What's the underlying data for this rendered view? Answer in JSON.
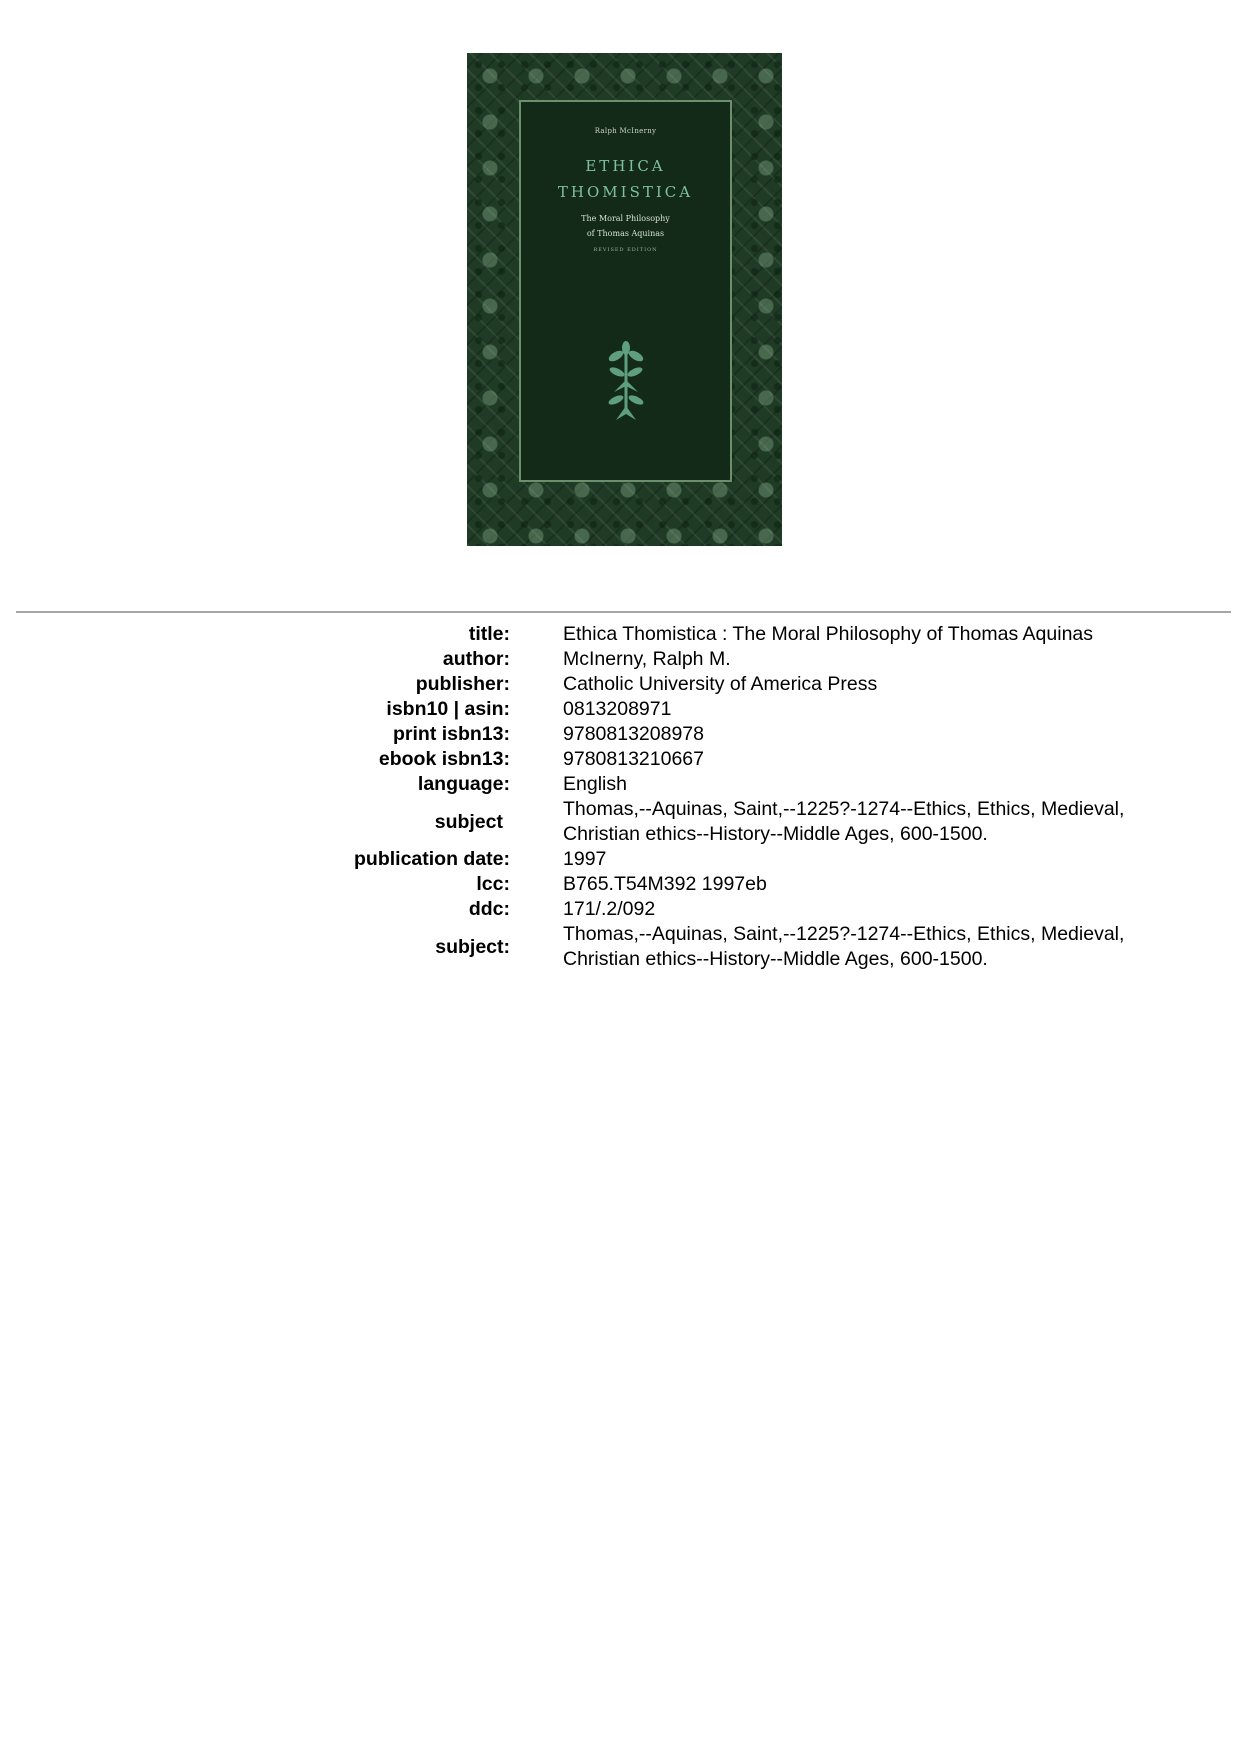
{
  "cover": {
    "author": "Ralph McInerny",
    "title_line1": "ETHICA",
    "title_line2": "THOMISTICA",
    "subtitle_line1": "The Moral Philosophy",
    "subtitle_line2": "of Thomas Aquinas",
    "edition": "REVISED EDITION",
    "colors": {
      "background": "#1f3b26",
      "frame": "#142a19",
      "title": "#7ec0a2"
    },
    "ornament_icon": "floral-ornament-icon"
  },
  "metadata": {
    "title": {
      "label": "title:",
      "value": "Ethica Thomistica : The Moral Philosophy of Thomas Aquinas"
    },
    "author": {
      "label": "author:",
      "value": "McInerny, Ralph M."
    },
    "publisher": {
      "label": "publisher:",
      "value": "Catholic University of America Press"
    },
    "isbn10": {
      "label": "isbn10 | asin:",
      "value": "0813208971"
    },
    "print_isbn13": {
      "label": "print isbn13:",
      "value": "9780813208978"
    },
    "ebook_isbn13": {
      "label": "ebook isbn13:",
      "value": "9780813210667"
    },
    "language": {
      "label": "language:",
      "value": "English"
    },
    "subject_1": {
      "label": "subject",
      "line1": "Thomas,--Aquinas, Saint,--1225?-1274--Ethics, Ethics, Medieval,",
      "line2": "Christian ethics--History--Middle Ages, 600-1500."
    },
    "publication_date": {
      "label": "publication date:",
      "value": "1997"
    },
    "lcc": {
      "label": "lcc:",
      "value": "B765.T54M392 1997eb"
    },
    "ddc": {
      "label": "ddc:",
      "value": "171/.2/092"
    },
    "subject_2": {
      "label": "subject:",
      "line1": "Thomas,--Aquinas, Saint,--1225?-1274--Ethics, Ethics, Medieval,",
      "line2": "Christian ethics--History--Middle Ages, 600-1500."
    }
  }
}
